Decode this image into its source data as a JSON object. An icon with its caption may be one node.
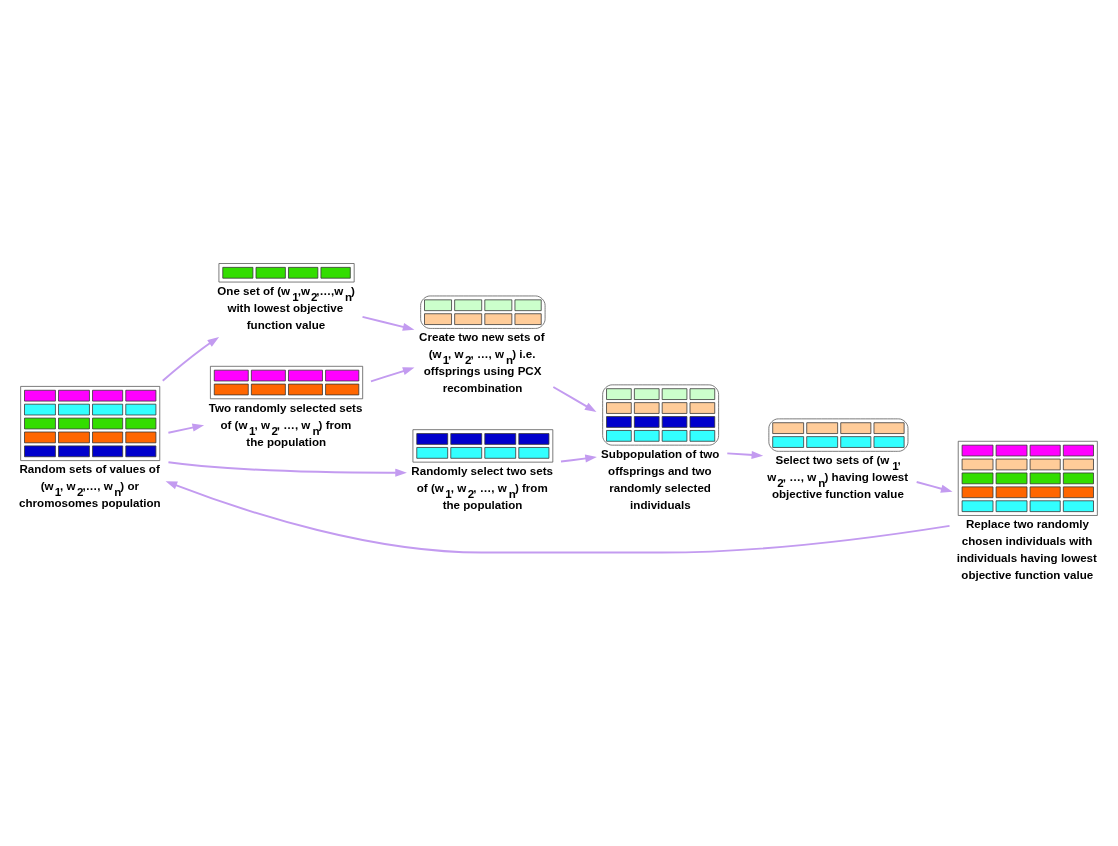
{
  "diagram": {
    "nodes": [
      {
        "text": [
          "Random sets of values of (w$_{1}$, w$_{2}$,…, w$_{n}$) or chromosomes population"
        ]
      },
      {
        "text": [
          "One set of (w$_{1}$,w$_{2}$,…,w$_{n}$) with lowest objective function value"
        ]
      },
      {
        "text": [
          "Two randomly selected sets of (w$_{1}$, w$_{2}$, …, w$_{n}$) from the population"
        ]
      },
      {
        "text": [
          "Create two new sets of (w$_{1}$, w$_{2}$, …, w$_{n}$) i.e. offsprings using PCX recombination"
        ]
      },
      {
        "text": [
          "Randomly select two sets of (w$_{1}$, w$_{2}$, …, w$_{n}$) from the population"
        ]
      },
      {
        "text": [
          "Subpopulation of two offsprings and two randomly selected individuals"
        ]
      },
      {
        "text": [
          "Select two sets of (w$_{1}$, w$_{2}$, …, w$_{n}$) having lowest objective function value"
        ]
      },
      {
        "text": [
          "Replace two randomly chosen individuals with individuals having lowest objective function value"
        ]
      }
    ],
    "edges": [
      {
        "from": 0,
        "to": 1,
        "arrow": "to"
      },
      {
        "from": 0,
        "to": 2,
        "arrow": "to"
      },
      {
        "from": 1,
        "to": 3,
        "arrow": "to"
      },
      {
        "from": 2,
        "to": 3,
        "arrow": "to"
      },
      {
        "from": 0,
        "to": 4,
        "arrow": "to"
      },
      {
        "from": 3,
        "to": 5,
        "arrow": "to"
      },
      {
        "from": 4,
        "to": 5,
        "arrow": "to"
      },
      {
        "from": 5,
        "to": 6,
        "arrow": "to"
      },
      {
        "from": 6,
        "to": 7,
        "arrow": "to"
      },
      {
        "from": 7,
        "to": 0,
        "arrow": "to"
      }
    ]
  }
}
